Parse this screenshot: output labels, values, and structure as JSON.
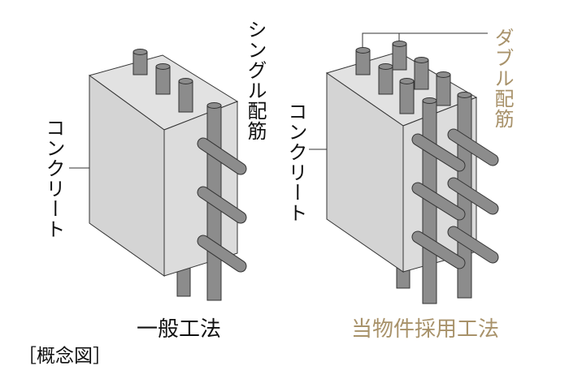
{
  "colors": {
    "accent_gold": "#a8926a",
    "concrete": "#d6d6d6",
    "rebar": "#8c8c8c",
    "text": "#111111"
  },
  "left": {
    "rebar_label": "シングル配筋",
    "concrete_label": "コンクリート",
    "method_label": "一般工法"
  },
  "right": {
    "rebar_label": "ダブル配筋",
    "concrete_label": "コンクリート",
    "method_label": "当物件採用工法"
  },
  "caption": "［概念図］"
}
